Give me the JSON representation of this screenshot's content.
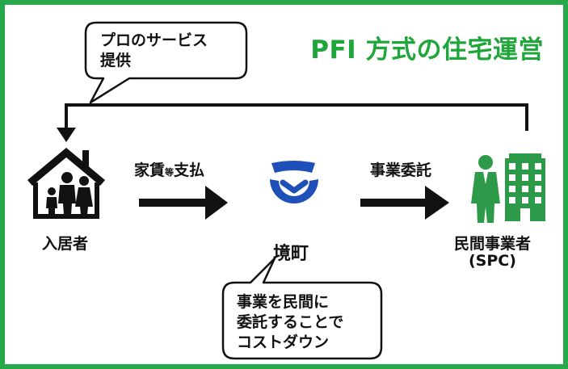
{
  "title": "PFI 方式の住宅運営",
  "colors": {
    "border": "#27a84a",
    "accent": "#1fa63a",
    "logo_blue": "#1f4fb8",
    "building_green": "#2c9a48",
    "dark": "#111111"
  },
  "bubble_service": {
    "line1": "プロのサービス",
    "line2": "提供"
  },
  "bubble_cost": {
    "line1": "事業を民間に",
    "line2": "委託することで",
    "line3": "コストダウン"
  },
  "arrow_rent": {
    "pre": "家賃",
    "small": "等",
    "post": "支払"
  },
  "arrow_commission": {
    "label": "事業委託"
  },
  "nodes": {
    "residents": {
      "label": "入居者",
      "icon": "house-family-icon"
    },
    "sakai": {
      "label": "境町",
      "icon": "sakai-town-logo-icon"
    },
    "spc": {
      "line1": "民間事業者",
      "line2": "(SPC)",
      "icon": "businessman-building-icon"
    }
  }
}
